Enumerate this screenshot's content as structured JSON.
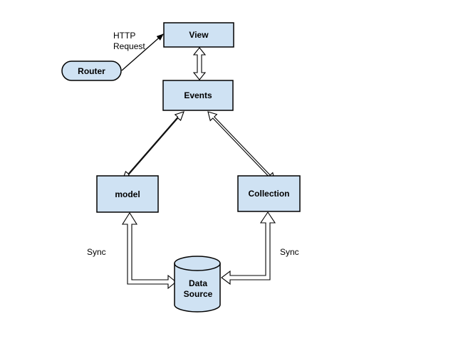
{
  "nodes": {
    "view": {
      "label": "View"
    },
    "events": {
      "label": "Events"
    },
    "router": {
      "label": "Router"
    },
    "model": {
      "label": "model"
    },
    "collection": {
      "label": "Collection"
    },
    "data_source": {
      "label_line1": "Data",
      "label_line2": "Source"
    }
  },
  "edges": {
    "router_to_view": {
      "label_line1": "HTTP",
      "label_line2": "Request"
    },
    "model_sync": {
      "label": "Sync"
    },
    "collection_sync": {
      "label": "Sync"
    }
  },
  "colors": {
    "node_fill": "#cfe2f3",
    "stroke": "#000000",
    "background": "#ffffff"
  }
}
